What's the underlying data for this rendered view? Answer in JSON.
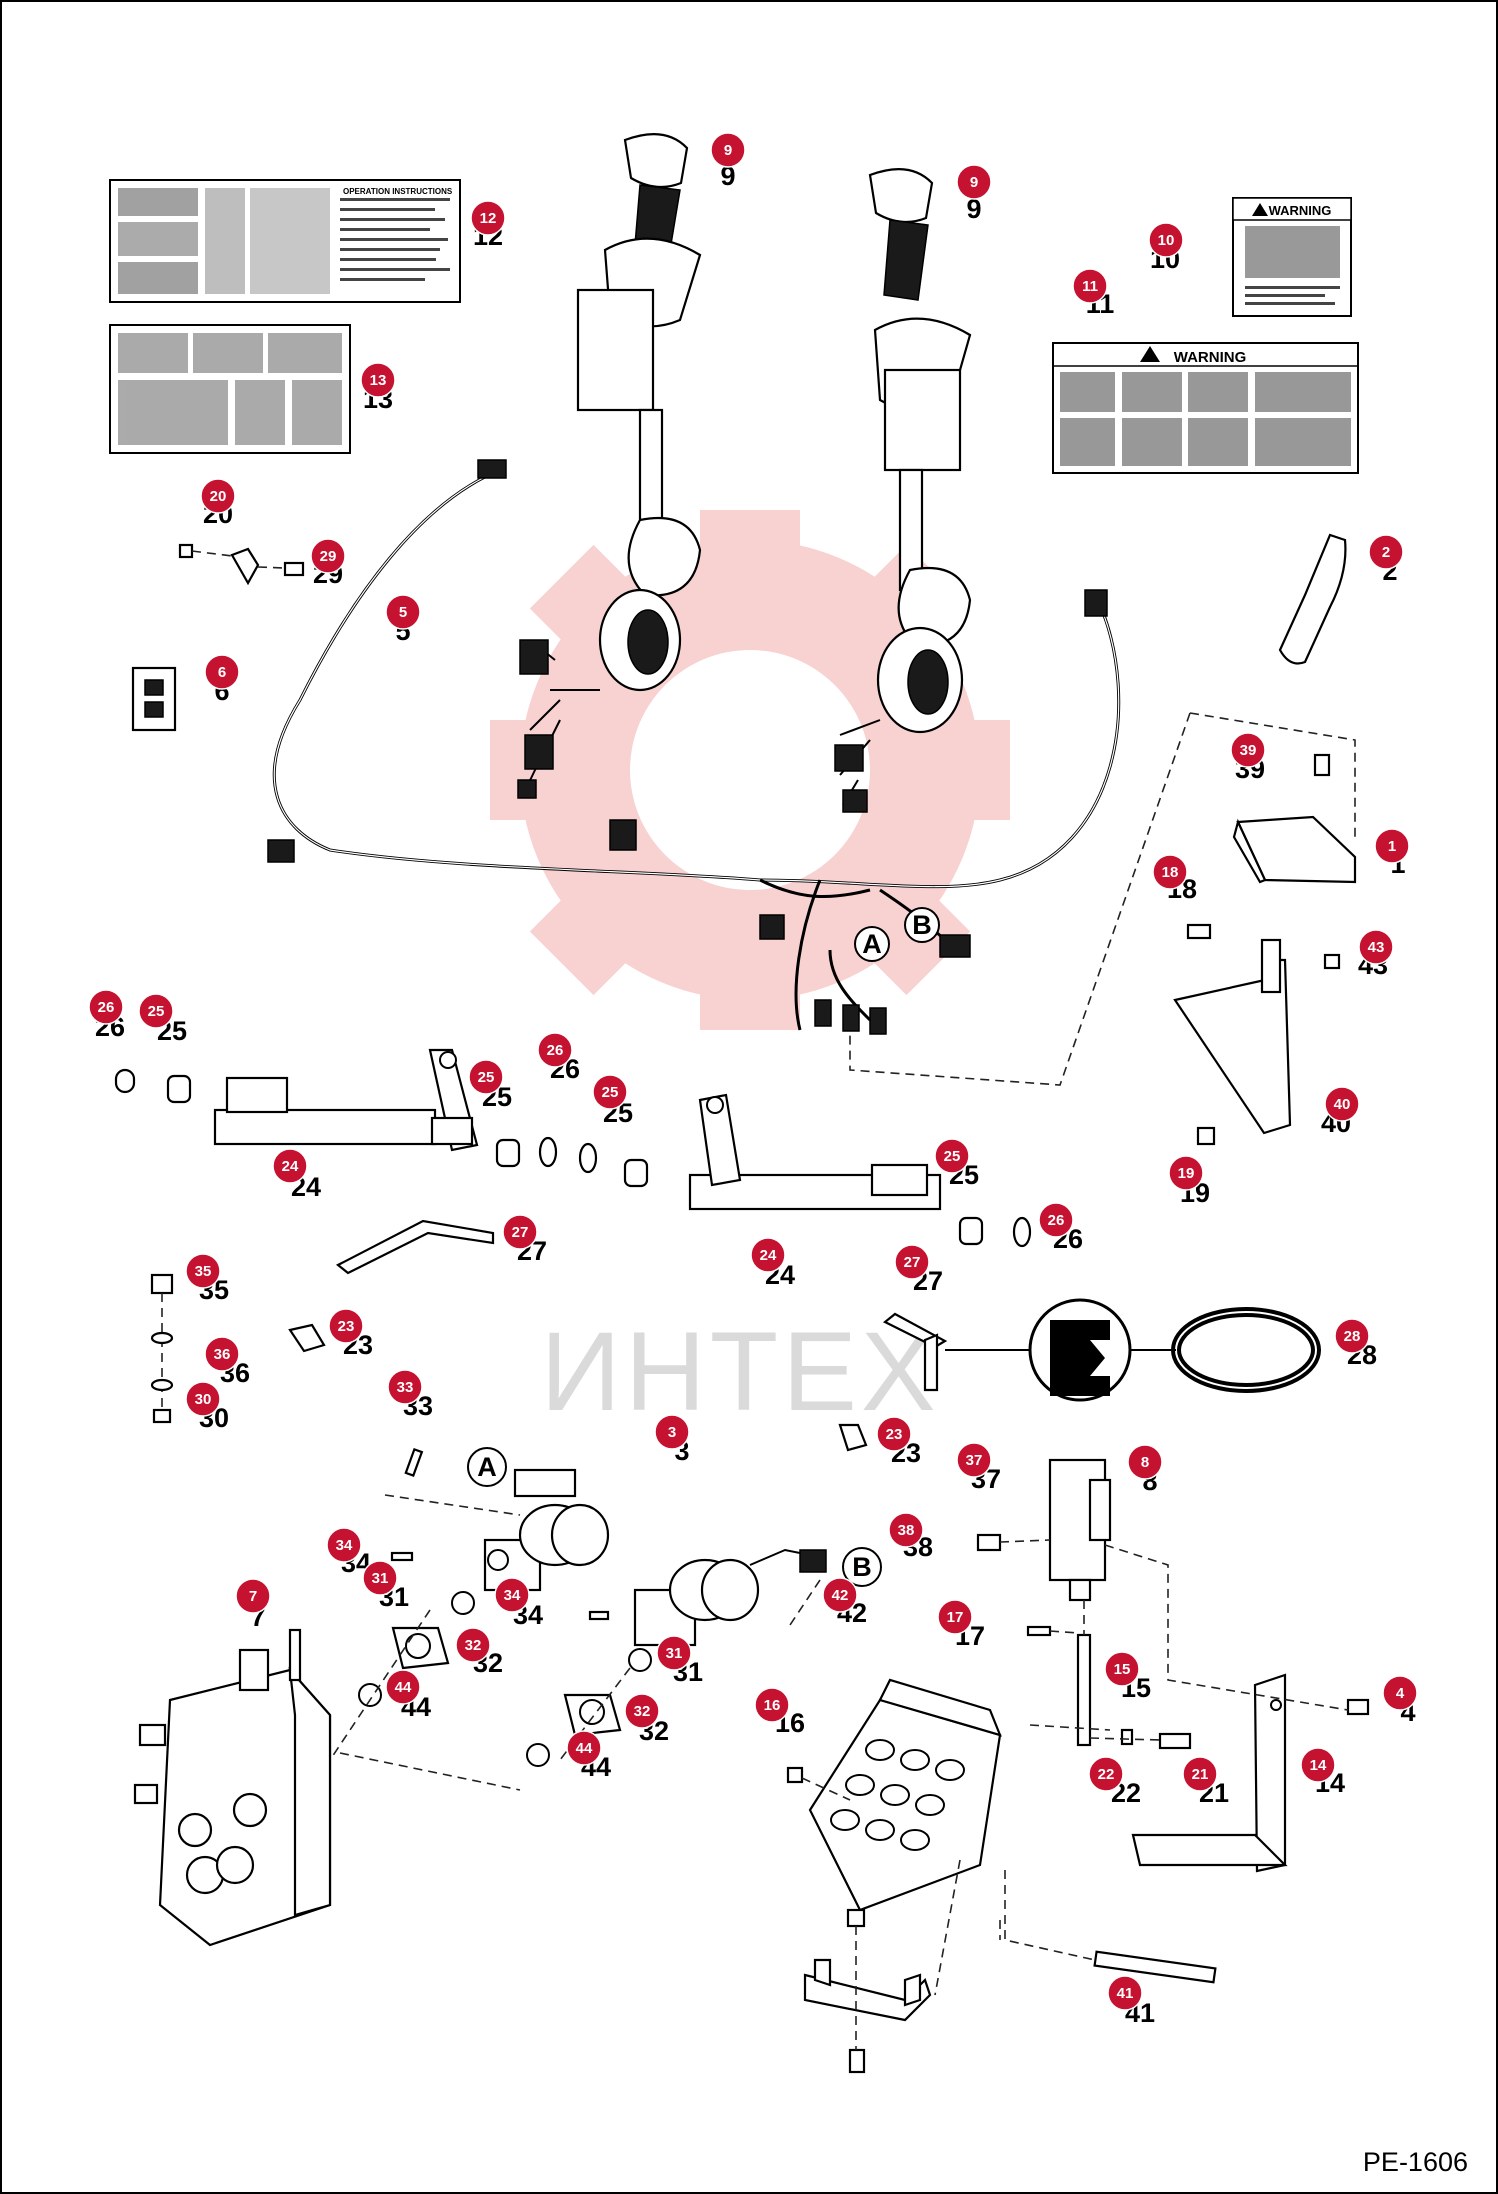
{
  "watermark": {
    "text": "ИНТЕХ",
    "color": "#f7c9c9"
  },
  "decal_text": {
    "warning_10": "WARNING",
    "warning_11": "WARNING",
    "instructions_12": "OPERATION INSTRUCTIONS"
  },
  "letters": {
    "a": "A",
    "b": "B"
  },
  "page_ref": "PE-1606",
  "badge_color": "#c41230",
  "callouts": [
    {
      "id": "c9a",
      "num": "9"
    },
    {
      "id": "c9b",
      "num": "9"
    },
    {
      "id": "c12",
      "num": "12"
    },
    {
      "id": "c10",
      "num": "10"
    },
    {
      "id": "c11",
      "num": "11"
    },
    {
      "id": "c13",
      "num": "13"
    },
    {
      "id": "c20",
      "num": "20"
    },
    {
      "id": "c29",
      "num": "29"
    },
    {
      "id": "c5",
      "num": "5"
    },
    {
      "id": "c2",
      "num": "2"
    },
    {
      "id": "c6",
      "num": "6"
    },
    {
      "id": "c39",
      "num": "39"
    },
    {
      "id": "c1",
      "num": "1"
    },
    {
      "id": "c18",
      "num": "18"
    },
    {
      "id": "c43",
      "num": "43"
    },
    {
      "id": "c26a",
      "num": "26"
    },
    {
      "id": "c25a",
      "num": "25"
    },
    {
      "id": "c26b",
      "num": "26"
    },
    {
      "id": "c25b",
      "num": "25"
    },
    {
      "id": "c25c",
      "num": "25"
    },
    {
      "id": "c40",
      "num": "40"
    },
    {
      "id": "c24a",
      "num": "24"
    },
    {
      "id": "c25d",
      "num": "25"
    },
    {
      "id": "c19",
      "num": "19"
    },
    {
      "id": "c26c",
      "num": "26"
    },
    {
      "id": "c27a",
      "num": "27"
    },
    {
      "id": "c24b",
      "num": "24"
    },
    {
      "id": "c27b",
      "num": "27"
    },
    {
      "id": "c35",
      "num": "35"
    },
    {
      "id": "c23a",
      "num": "23"
    },
    {
      "id": "c36",
      "num": "36"
    },
    {
      "id": "c28",
      "num": "28"
    },
    {
      "id": "c30",
      "num": "30"
    },
    {
      "id": "c33",
      "num": "33"
    },
    {
      "id": "c3",
      "num": "3"
    },
    {
      "id": "c23b",
      "num": "23"
    },
    {
      "id": "c37",
      "num": "37"
    },
    {
      "id": "c8",
      "num": "8"
    },
    {
      "id": "c38",
      "num": "38"
    },
    {
      "id": "c34a",
      "num": "34"
    },
    {
      "id": "c31a",
      "num": "31"
    },
    {
      "id": "c34b",
      "num": "34"
    },
    {
      "id": "c42",
      "num": "42"
    },
    {
      "id": "c7",
      "num": "7"
    },
    {
      "id": "c17",
      "num": "17"
    },
    {
      "id": "c32a",
      "num": "32"
    },
    {
      "id": "c31b",
      "num": "31"
    },
    {
      "id": "c15",
      "num": "15"
    },
    {
      "id": "c44a",
      "num": "44"
    },
    {
      "id": "c4",
      "num": "4"
    },
    {
      "id": "c16",
      "num": "16"
    },
    {
      "id": "c32b",
      "num": "32"
    },
    {
      "id": "c44b",
      "num": "44"
    },
    {
      "id": "c14",
      "num": "14"
    },
    {
      "id": "c22",
      "num": "22"
    },
    {
      "id": "c21",
      "num": "21"
    },
    {
      "id": "c41",
      "num": "41"
    }
  ]
}
